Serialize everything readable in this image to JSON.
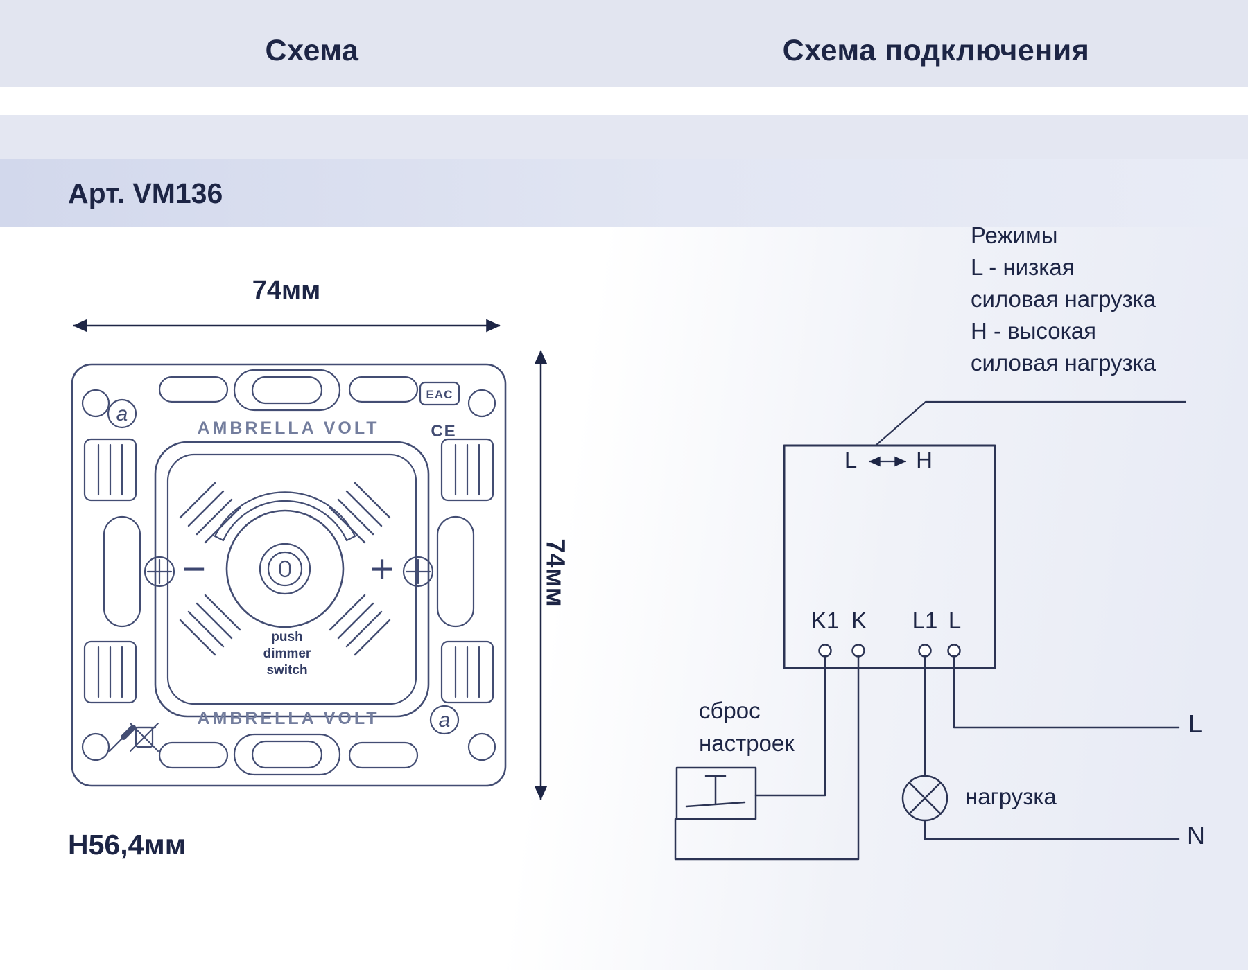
{
  "header": {
    "left_title": "Схема",
    "right_title": "Схема подключения"
  },
  "article_label": "Арт. VM136",
  "mechanism_panel": {
    "dim_width": "74мм",
    "dim_height": "74мм",
    "dim_depth": "H56,4мм",
    "brand_top": "AMBRELLA VOLT",
    "brand_bottom": "AMBRELLA VOLT",
    "minus_mark": "−",
    "plus_mark": "+",
    "knob_caption": [
      "push",
      "dimmer",
      "switch"
    ],
    "eac_mark": "EAC",
    "ce_mark": "CE",
    "logo_letter_top": "a",
    "logo_letter_bottom": "a"
  },
  "wiring_panel": {
    "modes_note": [
      "Режимы",
      "L - низкая",
      "силовая нагрузка",
      "H - высокая",
      "силовая нагрузка"
    ],
    "mode_low": "L",
    "mode_high": "H",
    "terminal_k1": "K1",
    "terminal_k": "K",
    "terminal_l1": "L1",
    "terminal_l": "L",
    "reset_note": [
      "сброс",
      "настроек"
    ],
    "load_label": "нагрузка",
    "line_live": "L",
    "line_neutral": "N"
  },
  "colors": {
    "band": "#e2e5f0",
    "article_band": "#d2d8ec",
    "ink": "#1d2545",
    "drawing_line": "#434d73",
    "wire_line": "#2c3454"
  }
}
